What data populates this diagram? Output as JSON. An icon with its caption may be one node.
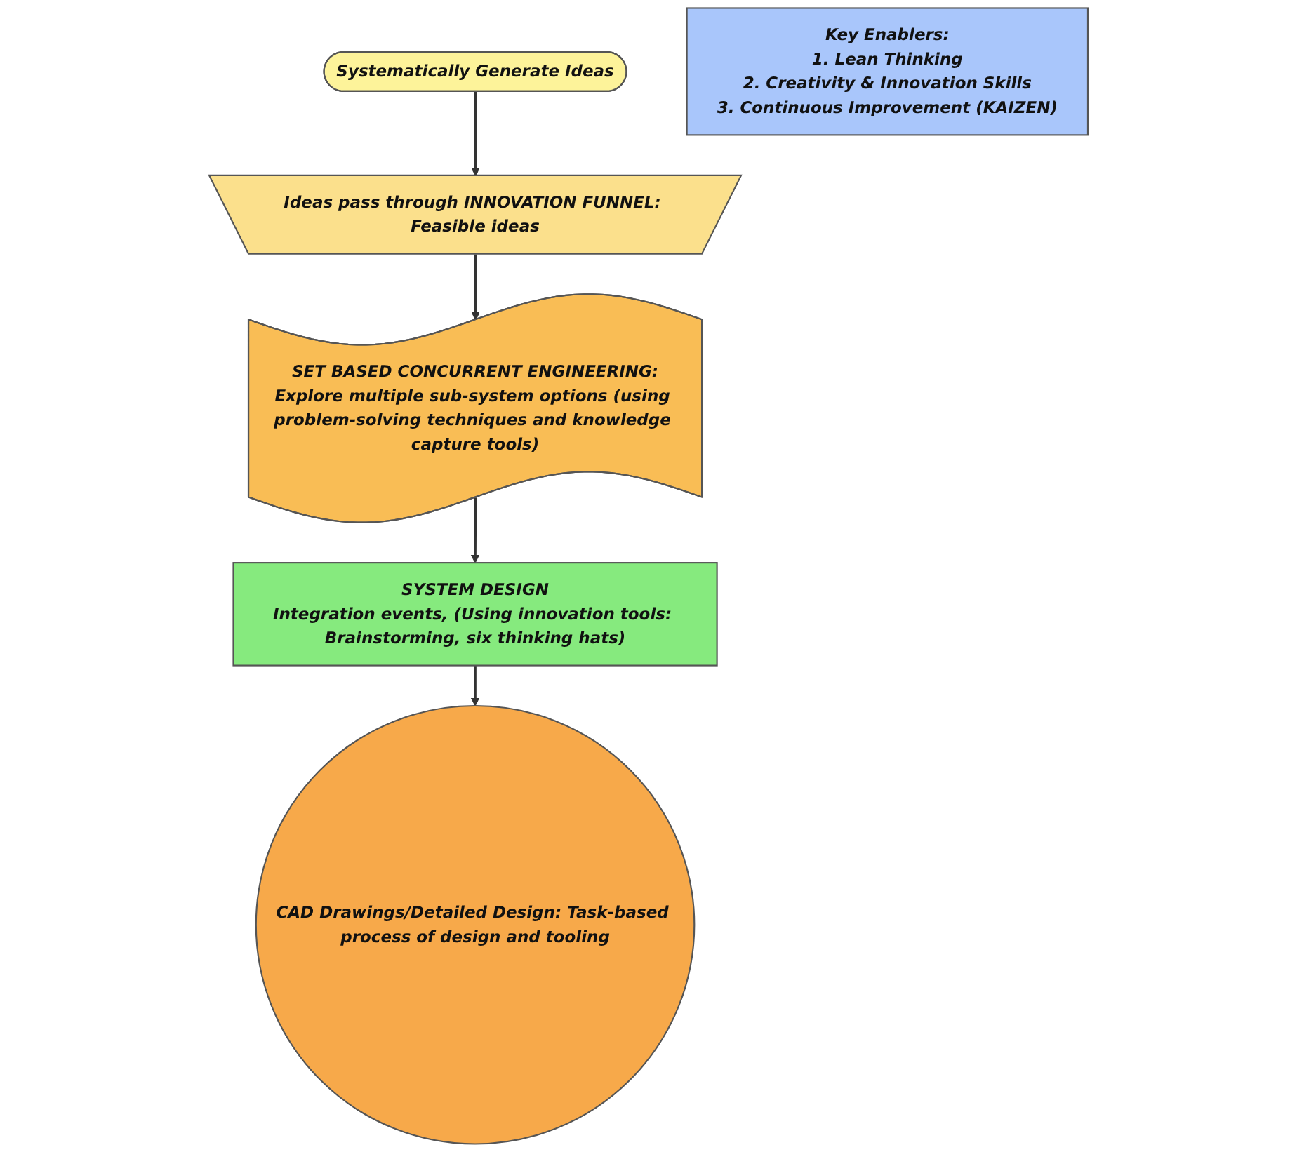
{
  "diagram": {
    "nodes": [
      {
        "text": [
          "Systematically Generate Ideas"
        ]
      },
      {
        "text": [
          "Ideas pass through INNOVATION FUNNEL: Feasible ideas"
        ]
      },
      {
        "text": [
          "SET BASED CONCURRENT ENGINEERING:",
          "Explore multiple sub-system options (using problem-solving techniques and knowledge capture tools)"
        ]
      },
      {
        "text": [
          "SYSTEM DESIGN",
          "Integration events, (Using innovation tools: Brainstorming, six thinking hats)"
        ]
      },
      {
        "text": [
          "CAD Drawings/Detailed Design: Task-based process of design and tooling"
        ]
      },
      {
        "text": [
          "Key Enablers:",
          "1. Lean Thinking",
          "2. Creativity & Innovation Skills",
          "3. Continuous Improvement (KAIZEN)"
        ]
      }
    ],
    "edges": [
      {
        "from": 0,
        "to": 1,
        "arrow": "to"
      },
      {
        "from": 1,
        "to": 2,
        "arrow": "to"
      },
      {
        "from": 2,
        "to": 3,
        "arrow": "to"
      },
      {
        "from": 3,
        "to": 4,
        "arrow": "to"
      }
    ]
  }
}
